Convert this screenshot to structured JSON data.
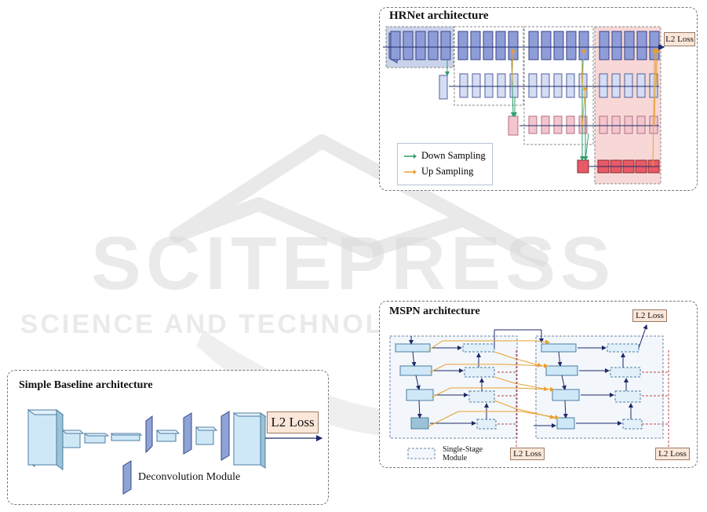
{
  "watermark": {
    "brand": "SCITEPRESS",
    "tagline": "SCIENCE AND TECHNOLOGY PUBLICATIONS"
  },
  "hrnet": {
    "title": "HRNet architecture",
    "loss": "L2 Loss",
    "legend": {
      "down": "Down Sampling",
      "up": "Up Sampling"
    },
    "colors": {
      "down": "#2e9e6b",
      "up": "#e8a030",
      "stage": "#c7cfee",
      "red": "#e06070"
    }
  },
  "mspn": {
    "title": "MSPN architecture",
    "loss_top": "L2 Loss",
    "loss_bottom_left": "L2 Loss",
    "loss_bottom_right": "L2 Loss",
    "legend_label": "Single-Stage Module"
  },
  "simple_baseline": {
    "title": "Simple Baseline architecture",
    "loss": "L2 Loss",
    "legend_label": "Deconvolution Module"
  }
}
